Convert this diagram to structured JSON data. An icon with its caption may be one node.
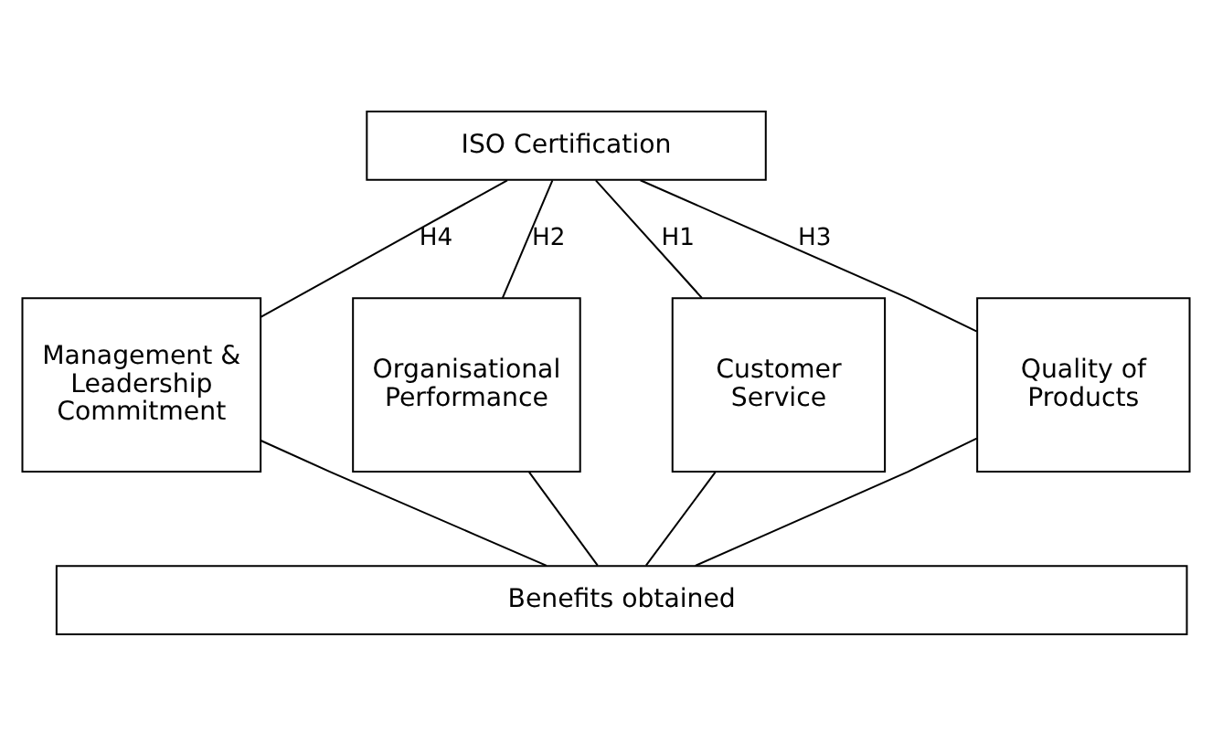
{
  "diagram": {
    "nodes": [
      {
        "text": [
          "ISO Certification"
        ]
      },
      {
        "text": [
          "Management & Leadership Commitment"
        ]
      },
      {
        "text": [
          "Organisational Performance"
        ]
      },
      {
        "text": [
          "Customer Service"
        ]
      },
      {
        "text": [
          "Quality of Products"
        ]
      },
      {
        "text": [
          "Benefits obtained"
        ]
      }
    ],
    "edges": [
      {
        "from": 0,
        "to": 1,
        "arrow": "none",
        "label": "H4"
      },
      {
        "from": 0,
        "to": 2,
        "arrow": "none",
        "label": "H2"
      },
      {
        "from": 0,
        "to": 3,
        "arrow": "none",
        "label": "H1"
      },
      {
        "from": 0,
        "to": 4,
        "arrow": "none",
        "label": "H3"
      },
      {
        "from": 1,
        "to": 5,
        "arrow": "none"
      },
      {
        "from": 2,
        "to": 5,
        "arrow": "none"
      },
      {
        "from": 3,
        "to": 5,
        "arrow": "none"
      },
      {
        "from": 4,
        "to": 5,
        "arrow": "none"
      }
    ]
  }
}
